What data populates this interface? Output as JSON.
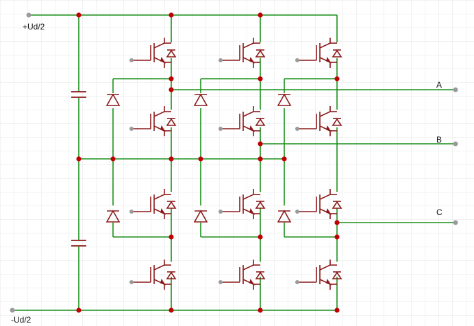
{
  "labels": {
    "pos_rail": "+Ud/2",
    "neg_rail": "-Ud/2",
    "out_a": "A",
    "out_b": "B",
    "out_c": "C"
  },
  "colors": {
    "wire": "#1a8f1a",
    "component": "#8b1a1a",
    "junction": "#c00000",
    "terminal": "#9a9a9a",
    "grid": "#e6e6e6",
    "background": "#ffffff"
  },
  "circuit": {
    "topology": "three-level neutral-point-clamped inverter",
    "legs": 3,
    "switches_per_leg": 4,
    "switch_type": "IGBT with antiparallel diode",
    "dc_link_capacitors": 2,
    "clamp_diodes": 6
  }
}
